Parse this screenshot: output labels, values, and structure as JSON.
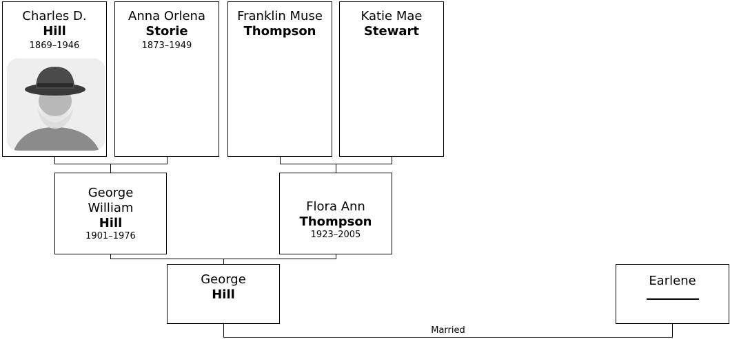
{
  "people": {
    "charles": {
      "given": "Charles D.",
      "surname": "Hill",
      "dates": "1869–1946"
    },
    "anna": {
      "given": "Anna Orlena",
      "surname": "Storie",
      "dates": "1873–1949"
    },
    "franklin": {
      "given": "Franklin Muse",
      "surname": "Thompson"
    },
    "katie": {
      "given": "Katie Mae",
      "surname": "Stewart"
    },
    "george_william": {
      "given_line1": "George",
      "given_line2": "William",
      "surname": "Hill",
      "dates": "1901–1976"
    },
    "flora": {
      "given": "Flora Ann",
      "surname": "Thompson",
      "dates": "1923–2005"
    },
    "george": {
      "given": "George",
      "surname": "Hill"
    },
    "earlene": {
      "given": "Earlene"
    }
  },
  "relations": {
    "married_label": "Married"
  }
}
